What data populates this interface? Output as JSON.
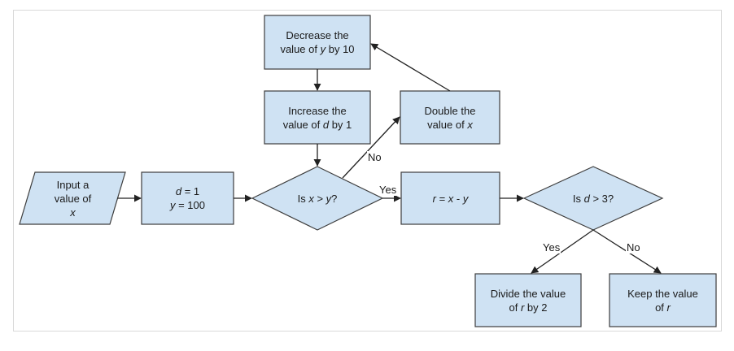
{
  "nodes": {
    "input": {
      "l1": "Input a",
      "l2": "value of",
      "var": "x"
    },
    "init": {
      "d_var": "d",
      "d_rest": " = 1",
      "y_var": "y",
      "y_rest": " = 100"
    },
    "decision_xy": {
      "pre": "Is ",
      "x": "x",
      "mid": " > ",
      "y": "y",
      "post": "?"
    },
    "decrease": {
      "l1": "Decrease the",
      "l2_pre": "value of ",
      "var": "y",
      "l2_post": " by 10"
    },
    "increase": {
      "l1": "Increase the",
      "l2_pre": "value of ",
      "var": "d",
      "l2_post": " by 1"
    },
    "double": {
      "l1": "Double the",
      "l2_pre": "value of ",
      "var": "x"
    },
    "r_calc": {
      "r": "r",
      "eq": " = ",
      "x": "x",
      "minus": " - ",
      "y": "y"
    },
    "decision_d": {
      "pre": "Is ",
      "var": "d",
      "post": " > 3?"
    },
    "divide": {
      "l1": "Divide the value",
      "l2_pre": "of ",
      "var": "r",
      "l2_post": " by 2"
    },
    "keep": {
      "l1": "Keep the value",
      "l2_pre": "of ",
      "var": "r"
    }
  },
  "edges": {
    "xy_no": "No",
    "xy_yes": "Yes",
    "d_yes": "Yes",
    "d_no": "No"
  },
  "colors": {
    "fill": "#cfe2f3",
    "stroke": "#3d3d3d",
    "line": "#222222"
  }
}
